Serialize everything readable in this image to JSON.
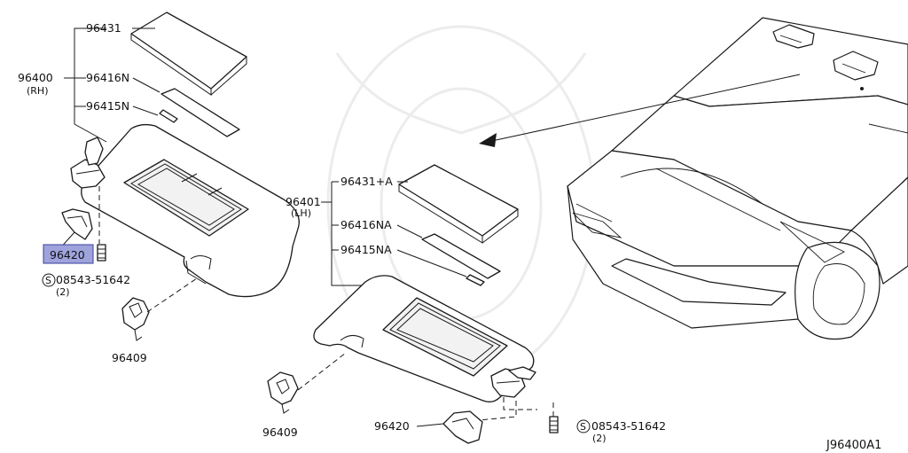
{
  "labels": {
    "p96431": "96431",
    "p96400": "96400",
    "p96400_side": "(RH)",
    "p96416N": "96416N",
    "p96415N": "96415N",
    "p96420_highlight": "96420",
    "p08543_rh": "08543-51642",
    "p08543_rh_qty": "(2)",
    "p96409_rh": "96409",
    "p96431A": "96431+A",
    "p96401": "96401",
    "p96401_side": "(LH)",
    "p96416NA": "96416NA",
    "p96415NA": "96415NA",
    "p96409_lh": "96409",
    "p96420_lh": "96420",
    "p08543_lh": "08543-51642",
    "p08543_lh_qty": "(2)",
    "screw_symbol": "S",
    "diagram_ref": "J96400A1"
  },
  "colors": {
    "highlight_fill": "#9ea3dc",
    "highlight_stroke": "#3a3f9e",
    "line": "#1a1a1a"
  }
}
